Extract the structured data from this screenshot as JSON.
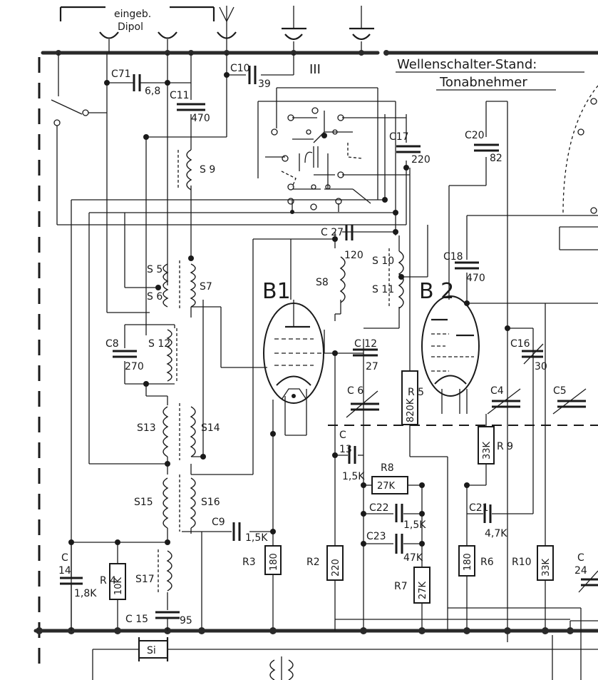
{
  "header": {
    "antenna_label_line1": "eingeb.",
    "antenna_label_line2": "Dipol",
    "switch_title": "Wellenschalter-Stand:",
    "switch_mode": "Tonabnehmer",
    "roman_three": "III"
  },
  "tubes": {
    "b1": "B1",
    "b2": "B 2"
  },
  "capacitors": [
    {
      "name": "C71",
      "value": "6,8"
    },
    {
      "name": "C11",
      "value": "470"
    },
    {
      "name": "C10",
      "value": "39"
    },
    {
      "name": "C17",
      "value": "220"
    },
    {
      "name": "C20",
      "value": "82"
    },
    {
      "name": "C 27",
      "value": "120"
    },
    {
      "name": "C18",
      "value": "470"
    },
    {
      "name": "C8",
      "value": "270"
    },
    {
      "name": "C 12",
      "value": "27"
    },
    {
      "name": "C 6",
      "value": ""
    },
    {
      "name": "C4",
      "value": ""
    },
    {
      "name": "C5",
      "value": ""
    },
    {
      "name": "C16",
      "value": "30"
    },
    {
      "name": "C",
      "value": "1,5K",
      "sub": "13"
    },
    {
      "name": "C22",
      "value": "1,5K"
    },
    {
      "name": "C23",
      "value": "47K"
    },
    {
      "name": "C21",
      "value": "4,7K"
    },
    {
      "name": "C9",
      "value": "1,5K"
    },
    {
      "name": "C",
      "value": "1,8K",
      "sub": "14"
    },
    {
      "name": "C 15",
      "value": "95"
    },
    {
      "name": "C",
      "value": "",
      "sub": "24"
    }
  ],
  "resistors": [
    {
      "name": "R 5",
      "value": "820K"
    },
    {
      "name": "R 9",
      "value": "33K"
    },
    {
      "name": "R8",
      "value": "27K"
    },
    {
      "name": "R3",
      "value": "180"
    },
    {
      "name": "R2",
      "value": "220"
    },
    {
      "name": "R7",
      "value": "27K"
    },
    {
      "name": "R6",
      "value": "180"
    },
    {
      "name": "R10",
      "value": "33K"
    },
    {
      "name": "R 4",
      "value": "10K"
    }
  ],
  "coils": {
    "s9": "S 9",
    "s5": "S 5",
    "s6": "S 6",
    "s7": "S7",
    "s12": "S 12",
    "s8": "S8",
    "s10": "S 10",
    "s11": "S 11",
    "s13": "S13",
    "s14": "S14",
    "s15": "S15",
    "s16": "S16",
    "s17": "S17"
  },
  "fuse": "Si"
}
